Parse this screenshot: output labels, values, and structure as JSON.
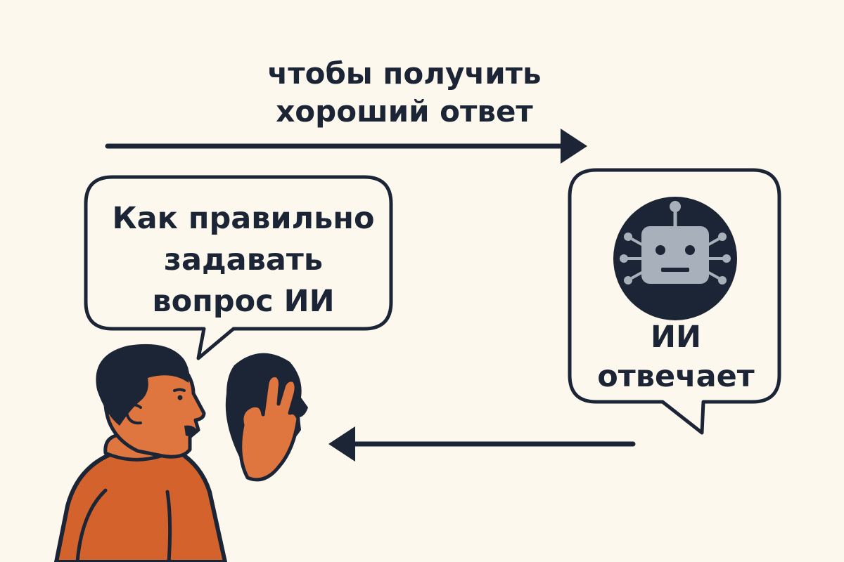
{
  "caption": {
    "line1": "чтобы получить",
    "line2": "хороший ответ"
  },
  "question_bubble": {
    "line1": "Как правильно",
    "line2": "задавать",
    "line3": "вопрос ИИ"
  },
  "ai_bubble": {
    "icon": "robot-icon",
    "line1": "ИИ",
    "line2": "отвечает"
  },
  "colors": {
    "background": "#fdf8ee",
    "ink": "#1c2535",
    "person_skin": "#e0763f",
    "person_shirt": "#d4622c",
    "robot_face": "#a7b0bb"
  }
}
